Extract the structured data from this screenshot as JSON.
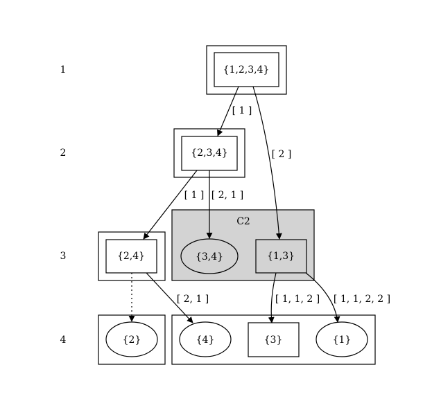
{
  "ranks": [
    "1",
    "2",
    "3",
    "4"
  ],
  "nodes": {
    "n1234": "{1,2,3,4}",
    "n234": "{2,3,4}",
    "n24": "{2,4}",
    "n34": "{3,4}",
    "n13": "{1,3}",
    "n2": "{2}",
    "n4": "{4}",
    "n3": "{3}",
    "n1": "{1}"
  },
  "clusters": {
    "c2": "C2"
  },
  "edges": {
    "e1234_234": "[ 1 ]",
    "e1234_13": "[ 2 ]",
    "e234_24": "[ 1 ]",
    "e234_34": "[ 2, 1 ]",
    "e24_4": "[ 2, 1 ]",
    "e13_3": "[ 1, 1, 2 ]",
    "e13_1": "[ 1, 1, 2, 2 ]"
  },
  "colors": {
    "cluster_fill": "#d3d3d3",
    "stroke": "#000000"
  }
}
